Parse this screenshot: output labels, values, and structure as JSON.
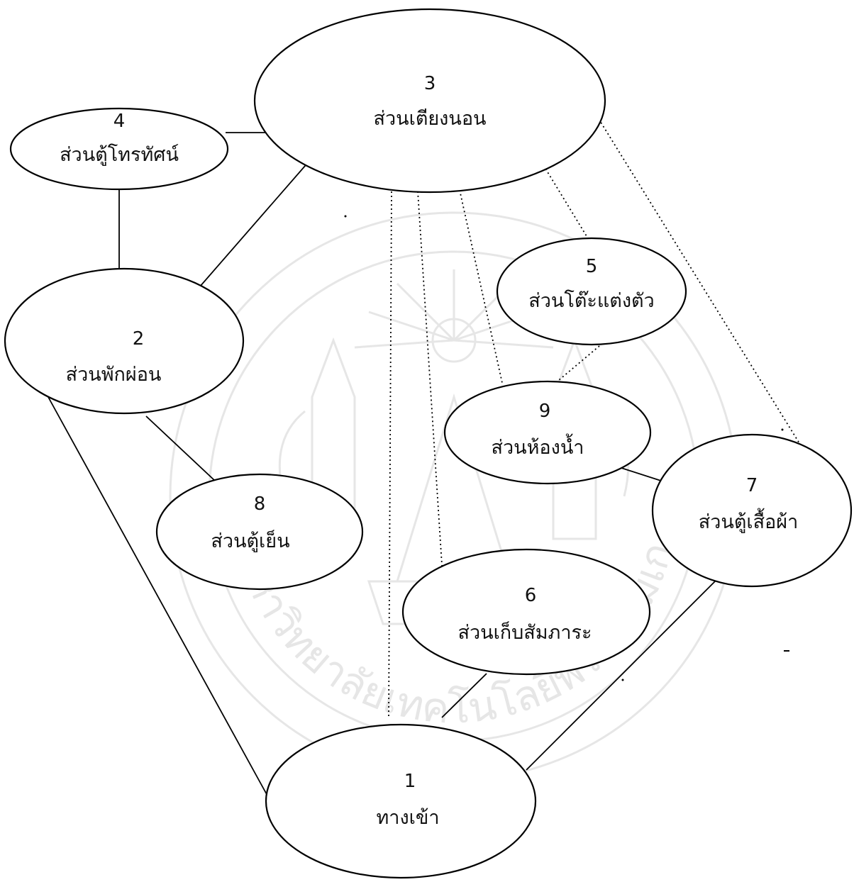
{
  "watermark": {
    "text": "มหาวิทยาลัยเทคโนโลยีพระจอมเกล้าเจ้าคุณทหารลาดกระบัง",
    "color": "#e6e6e6"
  },
  "nodes": [
    {
      "id": "n1",
      "number": "1",
      "label": "ทางเข้า"
    },
    {
      "id": "n2",
      "number": "2",
      "label": "ส่วนพักผ่อน"
    },
    {
      "id": "n3",
      "number": "3",
      "label": "ส่วนเตียงนอน"
    },
    {
      "id": "n4",
      "number": "4",
      "label": "ส่วนตู้โทรทัศน์"
    },
    {
      "id": "n5",
      "number": "5",
      "label": "ส่วนโต๊ะแต่งตัว"
    },
    {
      "id": "n6",
      "number": "6",
      "label": "ส่วนเก็บสัมภาระ"
    },
    {
      "id": "n7",
      "number": "7",
      "label": "ส่วนตู้เสื้อผ้า"
    },
    {
      "id": "n8",
      "number": "8",
      "label": "ส่วนตู้เย็น"
    },
    {
      "id": "n9",
      "number": "9",
      "label": "ส่วนห้องน้ำ"
    }
  ],
  "edges": [
    {
      "from": "4",
      "to": "3",
      "style": "solid"
    },
    {
      "from": "4",
      "to": "2",
      "style": "solid"
    },
    {
      "from": "2",
      "to": "3",
      "style": "solid"
    },
    {
      "from": "2",
      "to": "8",
      "style": "solid"
    },
    {
      "from": "2",
      "to": "1",
      "style": "solid"
    },
    {
      "from": "6",
      "to": "1",
      "style": "solid"
    },
    {
      "from": "7",
      "to": "1",
      "style": "solid"
    },
    {
      "from": "9",
      "to": "7",
      "style": "solid"
    },
    {
      "from": "3",
      "to": "1",
      "style": "dotted"
    },
    {
      "from": "3",
      "to": "6",
      "style": "dotted"
    },
    {
      "from": "3",
      "to": "9",
      "style": "dotted"
    },
    {
      "from": "3",
      "to": "5",
      "style": "dotted"
    },
    {
      "from": "3",
      "to": "7",
      "style": "dotted"
    },
    {
      "from": "5",
      "to": "9",
      "style": "dotted"
    }
  ]
}
